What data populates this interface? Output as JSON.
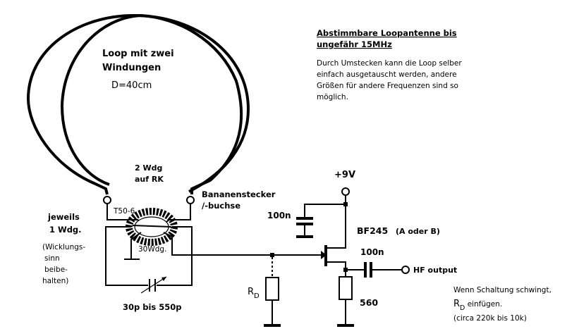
{
  "header": {
    "title_line1": "Abstimmbare  Loopantenne  bis",
    "title_line2": "ungefähr  15MHz",
    "desc_line1": "Durch  Umstecken  kann  die  Loop  selber",
    "desc_line2": "einfach  ausgetauscht  werden,  andere",
    "desc_line3": "Größen  für  andere  Frequenzen  sind  so",
    "desc_line4": "möglich."
  },
  "loop": {
    "label_line1": "Loop  mit  zwei",
    "label_line2": "Windungen",
    "diameter": "D=40cm"
  },
  "coupling": {
    "label_line1": "2  Wdg",
    "label_line2": "auf  RK"
  },
  "connector": {
    "label_line1": "Bananenstecker",
    "label_line2": "/-buchse"
  },
  "toroid": {
    "core": "T50-6",
    "turns": "30Wdg."
  },
  "note_left": {
    "line1": "jeweils",
    "line2": "1  Wdg.",
    "line3": "(Wicklungs-",
    "line4": "sinn",
    "line5": "beibe-",
    "line6": "halten)"
  },
  "capacitor_tune": {
    "value": "30p  bis  550p"
  },
  "supply": {
    "voltage": "+9V",
    "decoupling": "100n"
  },
  "transistor": {
    "type": "BF245",
    "variant": "(A  oder  B)"
  },
  "output": {
    "coupling_cap": "100n",
    "label": "HF  output",
    "source_resistor": "560"
  },
  "gate_resistor": {
    "name": "R",
    "sub": "D"
  },
  "note_right": {
    "line1": "Wenn  Schaltung  schwingt,",
    "line2_name": "R",
    "line2_sub": "D",
    "line2_rest": " einfügen.",
    "line3": "(circa  220k  bis  10k)"
  }
}
